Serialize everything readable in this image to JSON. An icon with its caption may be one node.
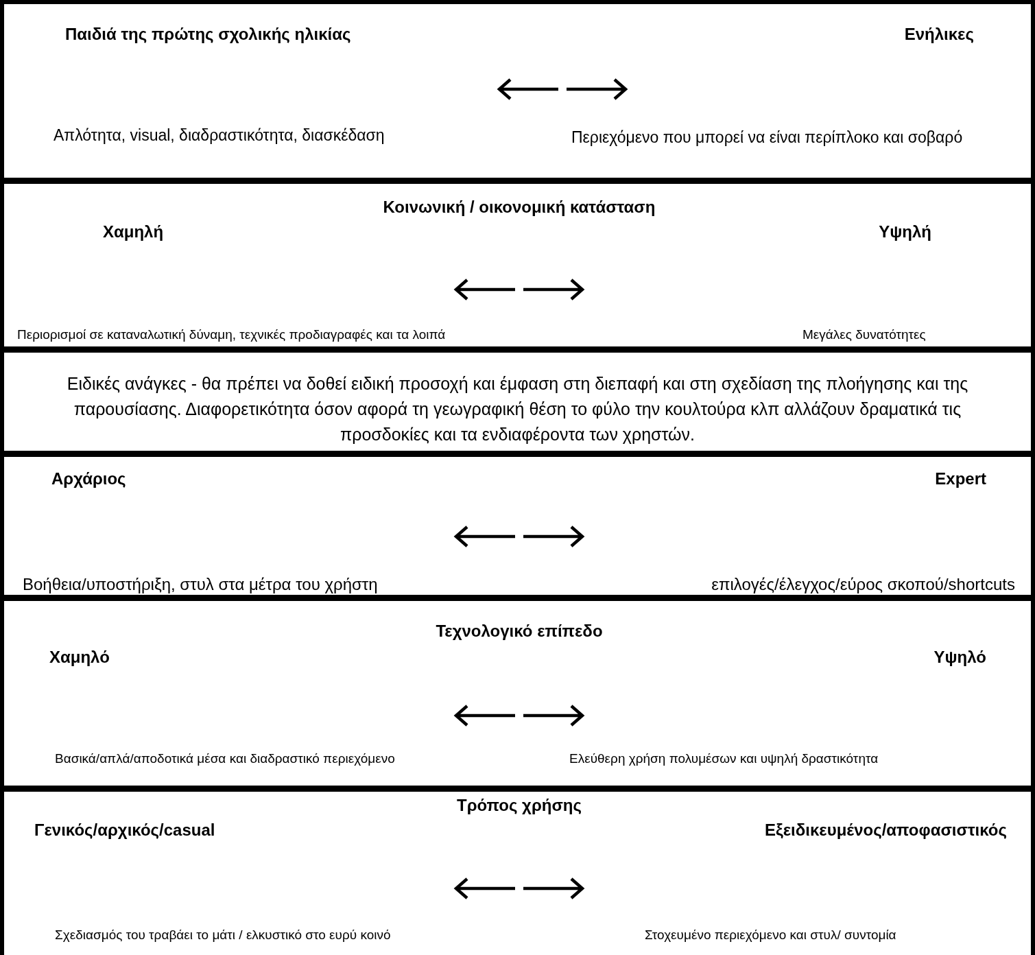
{
  "diagram": {
    "nodes": [
      {
        "text": [
          "Παιδιά της πρώτης σχολικής ηλικίας",
          "Ενήλικες",
          "Απλότητα, visual, διαδραστικότητα, διασκέδαση",
          "Περιεχόμενο που μπορεί να είναι περίπλοκο και σοβαρό"
        ]
      },
      {
        "text": [
          "Κοινωνική /  οικονομική κατάσταση",
          "Χαμηλή",
          "Υψηλή",
          "Περιορισμοί σε καταναλωτική δύναμη, τεχνικές προδιαγραφές και τα λοιπά",
          "Μεγάλες  δυνατότητες"
        ]
      },
      {
        "text": [
          "Ειδικές ανάγκες - θα πρέπει να δοθεί ειδική προσοχή και έμφαση στη διεπαφή και στη σχεδίαση της πλοήγησης και της παρουσίασης. Διαφορετικότητα όσον αφορά τη γεωγραφική θέση το φύλο την κουλτούρα κλπ αλλάζουν δραματικά  τις προσδοκίες και τα ενδιαφέροντα των χρηστών."
        ]
      },
      {
        "text": [
          "Αρχάριος",
          "Expert",
          "Βοήθεια/υποστήριξη, στυλ στα μέτρα του χρήστη",
          "επιλογές/έλεγχος/εύρος σκοπού/shortcuts"
        ]
      },
      {
        "text": [
          "Τεχνολογικό επίπεδο",
          "Χαμηλό",
          "Υψηλό",
          "Βασικά/απλά/αποδοτικά μέσα και διαδραστικό περιεχόμενο",
          "Ελεύθερη χρήση πολυμέσων και υψηλή δραστικότητα"
        ]
      },
      {
        "text": [
          "Τρόπος χρήσης",
          "Γενικός/αρχικός/casual",
          "Εξειδικευμένος/αποφασιστικός",
          "Σχεδιασμός του τραβάει το μάτι / ελκυστικό στο ευρύ κοινό",
          "Στοχευμένο περιεχόμενο και στυλ/ συντομία"
        ]
      }
    ]
  }
}
